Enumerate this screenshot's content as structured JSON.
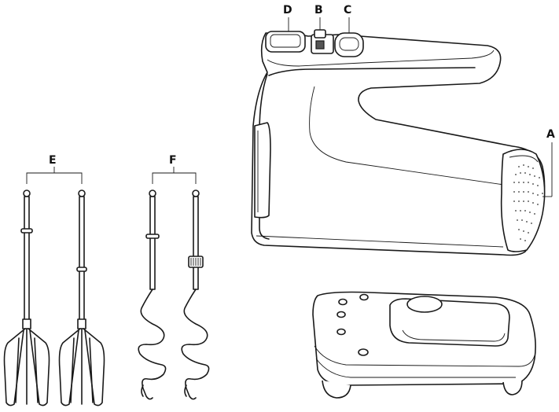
{
  "labels": {
    "a": "A",
    "b": "B",
    "c": "C",
    "d": "D",
    "e": "E",
    "f": "F"
  },
  "parts": {
    "mixer_body": "hand-mixer-body",
    "speed_dial": "speed-control",
    "eject_button": "beater-eject-button",
    "boost_button": "turbo-button",
    "vent": "air-vent",
    "beaters": "beaters-pair",
    "dough_hooks": "dough-hooks-pair",
    "storage_base": "storage-case"
  }
}
